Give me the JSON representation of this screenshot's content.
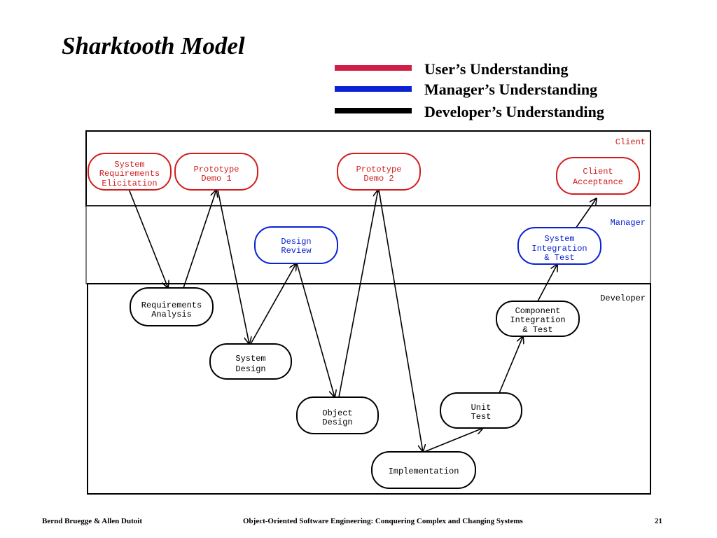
{
  "slide": {
    "title": "Sharktooth Model",
    "page_number": "21"
  },
  "colors": {
    "user": "#d01e46",
    "manager": "#0a22d2",
    "developer": "#000000",
    "client_text": "#d01e1e"
  },
  "legend": [
    {
      "label": "User’s Understanding",
      "color": "#d01e46"
    },
    {
      "label": "Manager’s Understanding",
      "color": "#0a22d2"
    },
    {
      "label": "Developer’s Understanding",
      "color": "#000000"
    }
  ],
  "lanes": {
    "client": "Client",
    "manager": "Manager",
    "developer": "Developer"
  },
  "nodes": {
    "sre": [
      "System",
      "Requirements",
      "Elicitation"
    ],
    "proto1": [
      "Prototype",
      "Demo 1"
    ],
    "proto2": [
      "Prototype",
      "Demo 2"
    ],
    "client_acc": [
      "Client",
      "Acceptance"
    ],
    "design_review": [
      "Design",
      "Review"
    ],
    "sys_int": [
      "System",
      "Integration",
      "& Test"
    ],
    "req_analysis": [
      "Requirements",
      "Analysis"
    ],
    "comp_int": [
      "Component",
      "Integration",
      "& Test"
    ],
    "sys_design": [
      "System",
      "Design"
    ],
    "unit_test": [
      "Unit",
      "Test"
    ],
    "obj_design": [
      "Object",
      "Design"
    ],
    "implementation": [
      "Implementation"
    ]
  },
  "footer": {
    "authors": "Bernd Bruegge & Allen Dutoit",
    "book": "Object-Oriented Software Engineering: Conquering Complex and Changing Systems"
  }
}
